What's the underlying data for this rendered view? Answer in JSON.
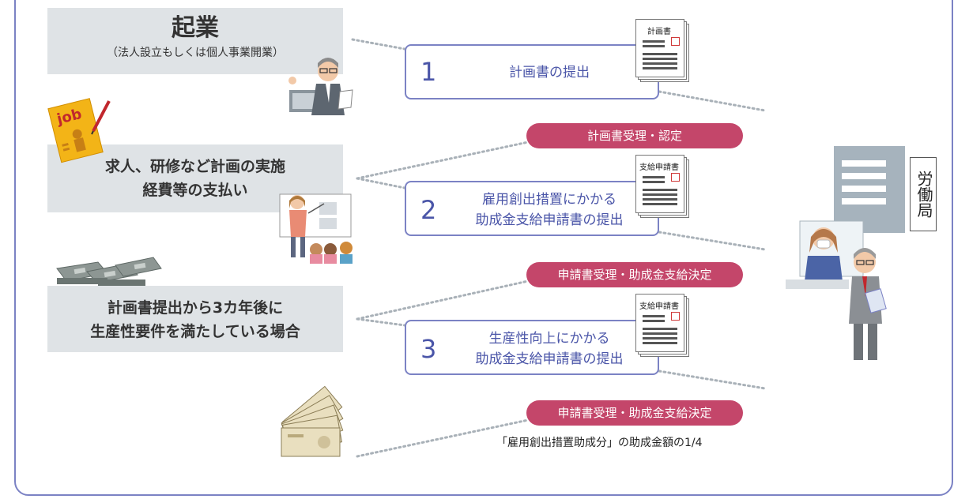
{
  "left_boxes": {
    "box1": {
      "title": "起業",
      "subtitle": "（法人設立もしくは個人事業開業）"
    },
    "box2": {
      "line1": "求人、研修など計画の実施",
      "line2": "経費等の支払い"
    },
    "box3": {
      "line1": "計画書提出から3カ年後に",
      "line2": "生産性要件を満たしている場合"
    }
  },
  "steps": [
    {
      "num": "1",
      "line1": "計画書の提出",
      "line2": ""
    },
    {
      "num": "2",
      "line1": "雇用創出措置にかかる",
      "line2": "助成金支給申請書の提出"
    },
    {
      "num": "3",
      "line1": "生産性向上にかかる",
      "line2": "助成金支給申請書の提出"
    }
  ],
  "pills": [
    "計画書受理・認定",
    "申請書受理・助成金支給決定",
    "申請書受理・助成金支給決定"
  ],
  "docs": [
    "計画書",
    "支給申請書",
    "支給申請書"
  ],
  "illustrations": {
    "job_book": "job"
  },
  "building_label": "労働局",
  "note": "「雇用創出措置助成分」の助成金額の1/4",
  "colors": {
    "frame": "#7b82c4",
    "step_text": "#4a55a8",
    "pill": "#c4466a",
    "box_bg": "#dfe3e6",
    "building": "#a6b3bd"
  }
}
